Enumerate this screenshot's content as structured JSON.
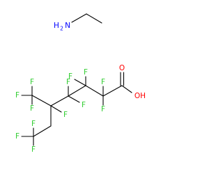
{
  "colors": {
    "fluorine": "#32cd32",
    "oxygen": "#ff0000",
    "nitrogen": "#0000ff",
    "bond": "#000000",
    "background": "#ffffff"
  },
  "labels": {
    "amine_n": "N",
    "amine_h": "H",
    "amine_h_count": "2",
    "carbonyl_o": "O",
    "hydroxyl": "OH",
    "fluorine": "F"
  }
}
